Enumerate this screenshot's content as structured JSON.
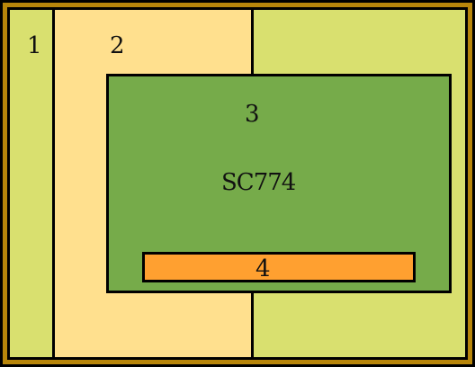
{
  "regions": {
    "region_1": {
      "label": "1",
      "color": "#D9E06F"
    },
    "region_2": {
      "label": "2",
      "color": "#FFE08E"
    },
    "region_3": {
      "label": "3",
      "code": "SC774",
      "color": "#76AB4A"
    },
    "region_4": {
      "label": "4",
      "color": "#FFA030"
    }
  },
  "frame_color": "#B8860B",
  "outline_color": "#000000"
}
